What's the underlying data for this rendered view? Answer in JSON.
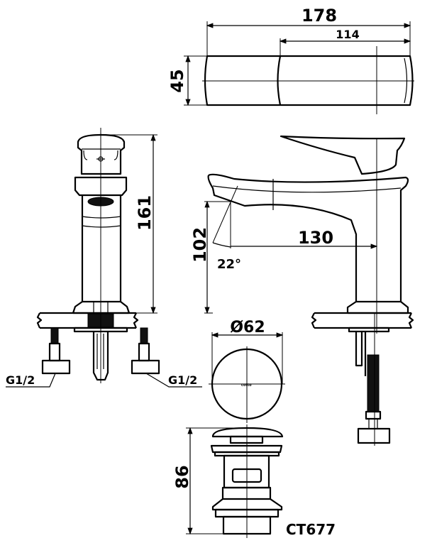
{
  "drawing": {
    "model": "CT677",
    "logo": "cotto",
    "dimensions": {
      "overall_length": "178",
      "handle_length": "114",
      "width": "45",
      "height": "161",
      "spout_height": "102",
      "spout_reach": "130",
      "spout_angle": "22°",
      "drain_diameter": "Ø62",
      "drain_height": "86"
    },
    "connections": {
      "left": "G1/2",
      "right": "G1/2"
    }
  }
}
